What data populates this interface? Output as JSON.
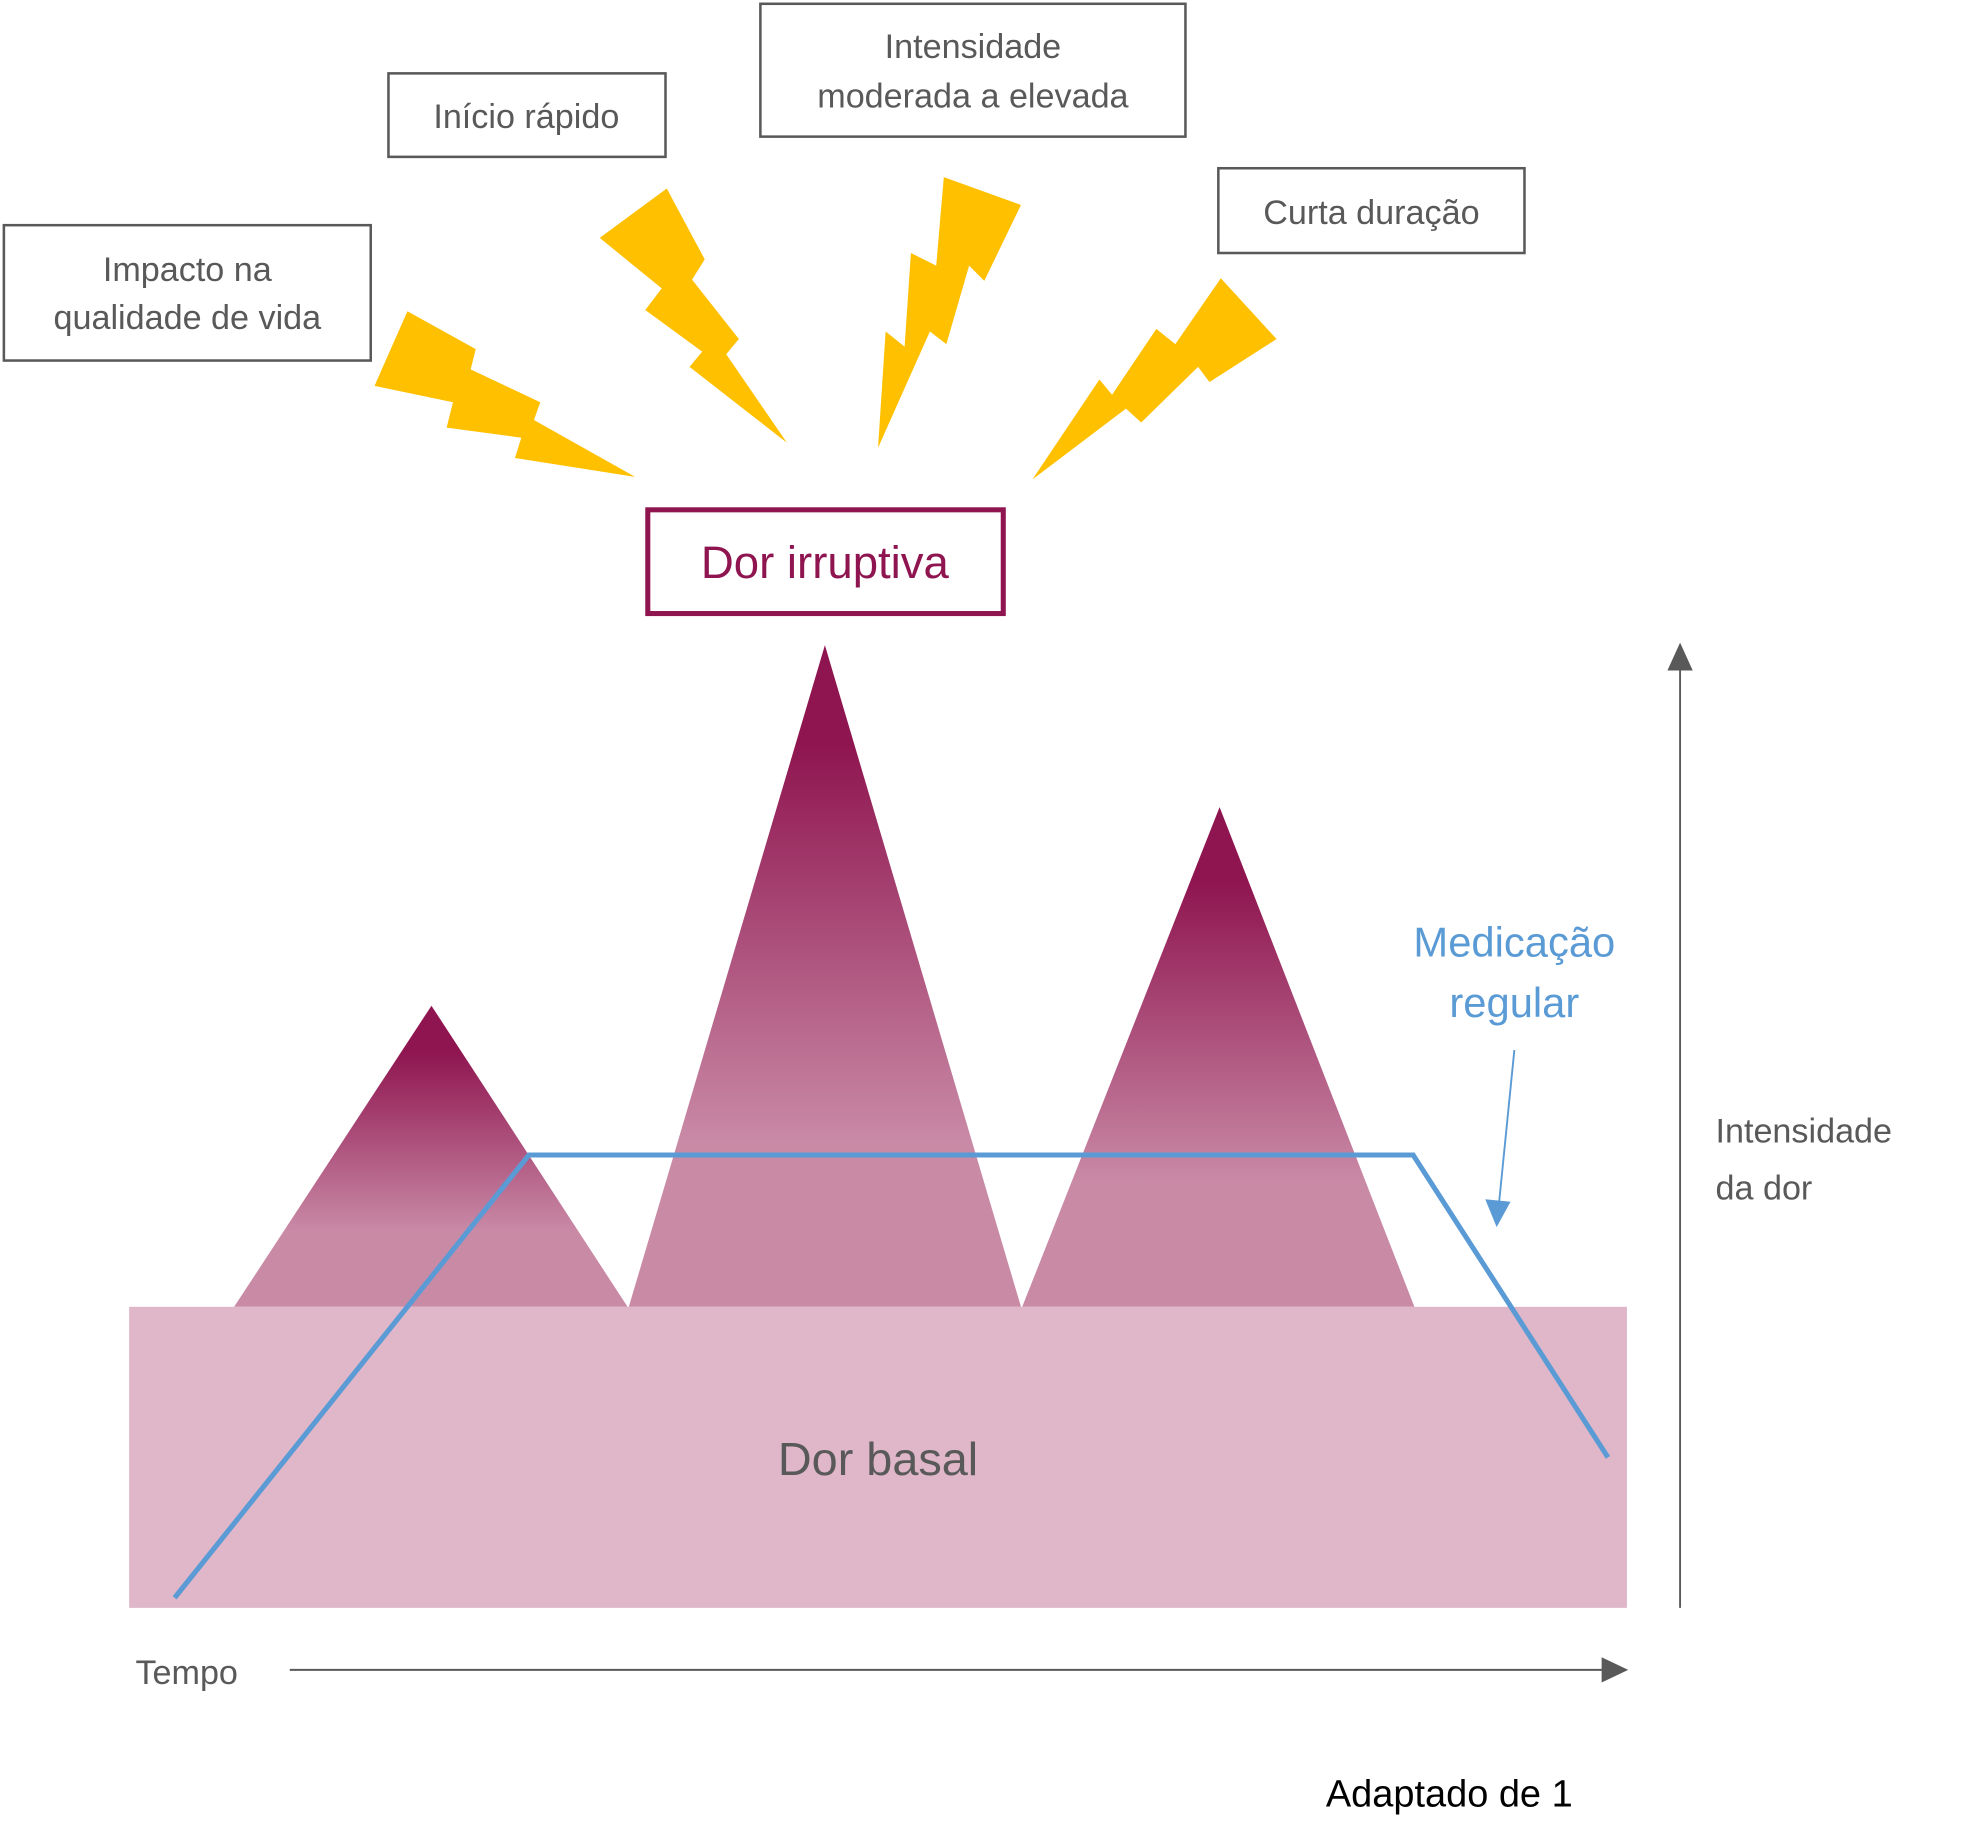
{
  "title_box": "Dor irruptiva",
  "features": [
    {
      "lines": [
        "Impacto na",
        "qualidade de vida"
      ]
    },
    {
      "lines": [
        "Início rápido"
      ]
    },
    {
      "lines": [
        "Intensidade",
        "moderada a elevada"
      ]
    },
    {
      "lines": [
        "Curta duração"
      ]
    }
  ],
  "baseline_label": "Dor basal",
  "medication_label": [
    "Medicação",
    "regular"
  ],
  "y_axis_label": [
    "Intensidade",
    "da dor"
  ],
  "x_axis_label": "Tempo",
  "source": "Adaptado de 1",
  "colors": {
    "accent": "#8f1550",
    "basal": "#dfb7c8",
    "peak_light": "#c98aa6",
    "medication": "#5b9bd5",
    "bolt": "#FFC000",
    "text": "#595959"
  }
}
